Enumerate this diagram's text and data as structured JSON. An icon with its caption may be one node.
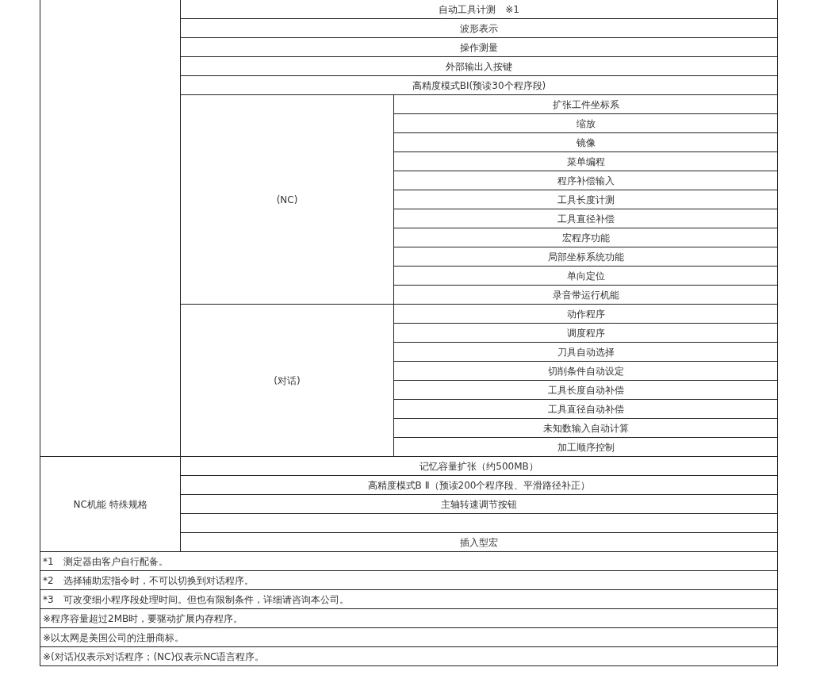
{
  "diagram": {
    "labels": [
      "自动工具计测　※1",
      "波形表示",
      "操作测量",
      "外部输出入按键",
      "高精度模式BI(预读30个程序段)",
      "(NC)",
      "扩张工件坐标系",
      "缩放",
      "镜像",
      "菜单编程",
      "程序补偿输入",
      "工具长度计测",
      "工具直径补偿",
      "宏程序功能",
      "局部坐标系统功能",
      "单向定位",
      "录音带运行机能",
      "(对话)",
      "动作程序",
      "调度程序",
      "刀具自动选择",
      "切削条件自动设定",
      "工具长度自动补偿",
      "工具直径自动补偿",
      "未知数输入自动计算",
      "加工顺序控制",
      "NC机能 特殊规格",
      "记忆容量扩张（约500MB）",
      "高精度模式B Ⅱ（预读200个程序段、平滑路径补正）",
      "主轴转速调节按钮",
      "插入型宏",
      "*1　测定器由客户自行配备。",
      "*2　选择辅助宏指令时，不可以切换到对话程序。",
      "*3　可改变细小程序段处理时间。但也有限制条件，详细请咨询本公司。",
      "※程序容量超过2MB时，要驱动扩展内存程序。",
      "※以太网是美国公司的注册商标。",
      "※(对话)仅表示对话程序；(NC)仅表示NC语言程序。"
    ]
  }
}
